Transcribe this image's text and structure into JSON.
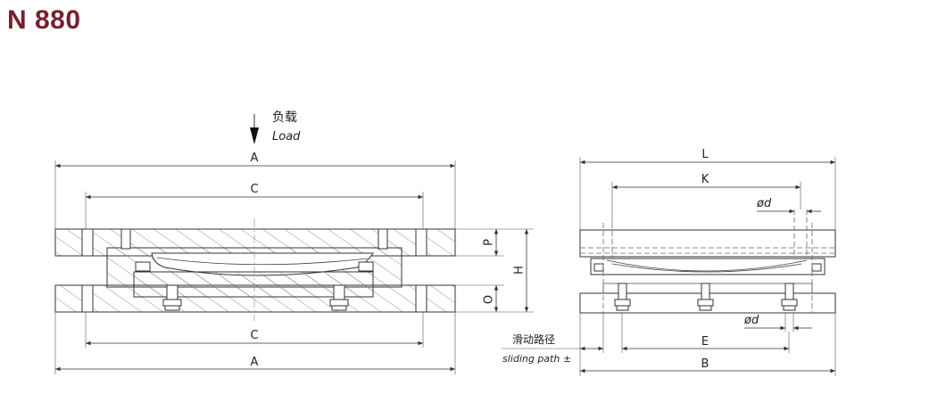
{
  "title": "N 880",
  "load": {
    "cn": "负载",
    "en": "Load"
  },
  "front_view": {
    "dim_A_top": "A",
    "dim_C_top": "C",
    "dim_P": "P",
    "dim_H": "H",
    "dim_O": "O",
    "dim_C_bottom": "C",
    "dim_A_bottom": "A"
  },
  "side_view": {
    "dim_L": "L",
    "dim_K": "K",
    "dim_d_top": "ød",
    "dim_d_bottom": "ød",
    "dim_E": "E",
    "dim_B": "B",
    "sliding_cn": "滑动路径",
    "sliding_en": "sliding path ±"
  }
}
